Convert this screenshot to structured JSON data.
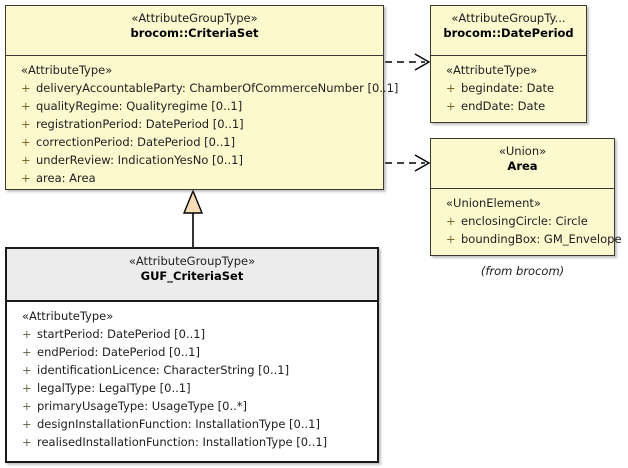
{
  "diagram": {
    "kind": "uml-class-diagram",
    "background": "#ffffff",
    "note": "(from brocom)",
    "colors": {
      "class_fill": "#fdf9cf",
      "class_border": "#3a3a32",
      "focus_header_fill": "#ececec",
      "focus_border": "#1a1a1a",
      "generalization_arrow_fill": "#f6dcb4",
      "line": "#000000"
    }
  },
  "classes": {
    "criteria_set": {
      "stereotype": "«AttributeGroupType»",
      "name": "brocom::CriteriaSet",
      "compartment_stereotype": "«AttributeType»",
      "attributes": [
        {
          "visibility": "+",
          "text": "deliveryAccountableParty: ChamberOfCommerceNumber [0..1]"
        },
        {
          "visibility": "+",
          "text": "qualityRegime: Qualityregime [0..1]"
        },
        {
          "visibility": "+",
          "text": "registrationPeriod: DatePeriod [0..1]"
        },
        {
          "visibility": "+",
          "text": "correctionPeriod: DatePeriod [0..1]"
        },
        {
          "visibility": "+",
          "text": "underReview: IndicationYesNo [0..1]"
        },
        {
          "visibility": "+",
          "text": "area: Area"
        }
      ]
    },
    "date_period": {
      "stereotype": "«AttributeGroupTy...",
      "name": "brocom::DatePeriod",
      "compartment_stereotype": "«AttributeType»",
      "attributes": [
        {
          "visibility": "+",
          "text": "begindate: Date"
        },
        {
          "visibility": "+",
          "text": "endDate: Date"
        }
      ]
    },
    "area": {
      "stereotype": "«Union»",
      "name": "Area",
      "compartment_stereotype": "«UnionElement»",
      "attributes": [
        {
          "visibility": "+",
          "text": "enclosingCircle: Circle"
        },
        {
          "visibility": "+",
          "text": "boundingBox: GM_Envelope"
        }
      ]
    },
    "guf_criteria_set": {
      "stereotype": "«AttributeGroupType»",
      "name": "GUF_CriteriaSet",
      "compartment_stereotype": "«AttributeType»",
      "attributes": [
        {
          "visibility": "+",
          "text": "startPeriod: DatePeriod [0..1]"
        },
        {
          "visibility": "+",
          "text": "endPeriod: DatePeriod [0..1]"
        },
        {
          "visibility": "+",
          "text": "identificationLicence: CharacterString [0..1]"
        },
        {
          "visibility": "+",
          "text": "legalType: LegalType [0..1]"
        },
        {
          "visibility": "+",
          "text": "primaryUsageType: UsageType [0..*]"
        },
        {
          "visibility": "+",
          "text": "designInstallationFunction: InstallationType [0..1]"
        },
        {
          "visibility": "+",
          "text": "realisedInstallationFunction: InstallationType [0..1]"
        }
      ]
    }
  },
  "relationships": [
    {
      "kind": "dependency",
      "from": "criteria_set",
      "to": "date_period",
      "style": "dashed-open-arrow"
    },
    {
      "kind": "dependency",
      "from": "criteria_set",
      "to": "area",
      "style": "dashed-open-arrow"
    },
    {
      "kind": "generalization",
      "from": "guf_criteria_set",
      "to": "criteria_set",
      "style": "solid-hollow-triangle"
    }
  ]
}
